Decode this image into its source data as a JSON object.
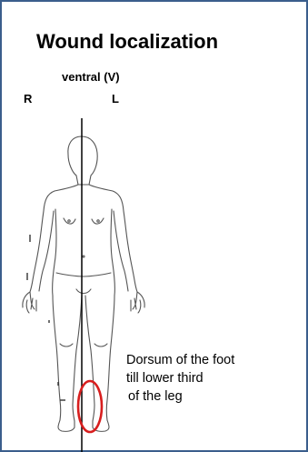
{
  "title": "Wound localization",
  "view": "ventral (V)",
  "sides": {
    "right": "R",
    "left": "L"
  },
  "annotation": {
    "lines": [
      "Dorsum of the foot",
      "till lower third",
      "of  the leg"
    ]
  },
  "colors": {
    "frame": "#3b5e8c",
    "marker": "#d81e1e",
    "figure": "#555555"
  }
}
